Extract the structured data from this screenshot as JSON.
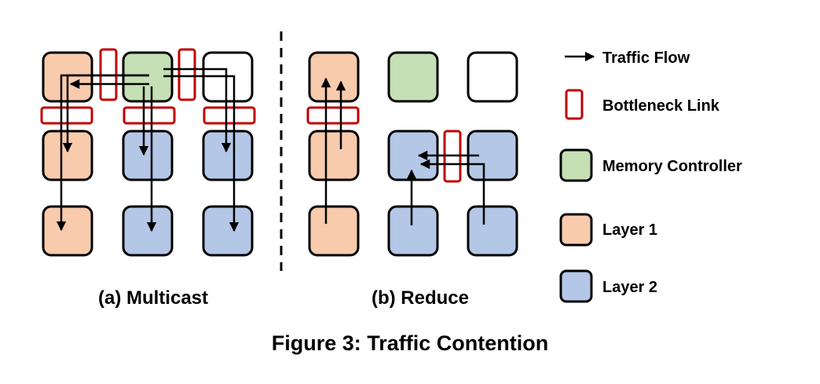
{
  "colors": {
    "layer1": "#f8cbad",
    "layer2": "#b4c7e7",
    "memory_controller": "#c5e0b4",
    "empty": "#ffffff",
    "bottleneck": "#c00000",
    "stroke": "#000000"
  },
  "panels": {
    "multicast": {
      "label": "(a) Multicast"
    },
    "reduce": {
      "label": "(b) Reduce"
    }
  },
  "legend": {
    "traffic_flow": "Traffic Flow",
    "bottleneck_link": "Bottleneck Link",
    "memory_controller": "Memory Controller",
    "layer1": "Layer 1",
    "layer2": "Layer 2"
  },
  "caption": "Figure 3: Traffic Contention"
}
